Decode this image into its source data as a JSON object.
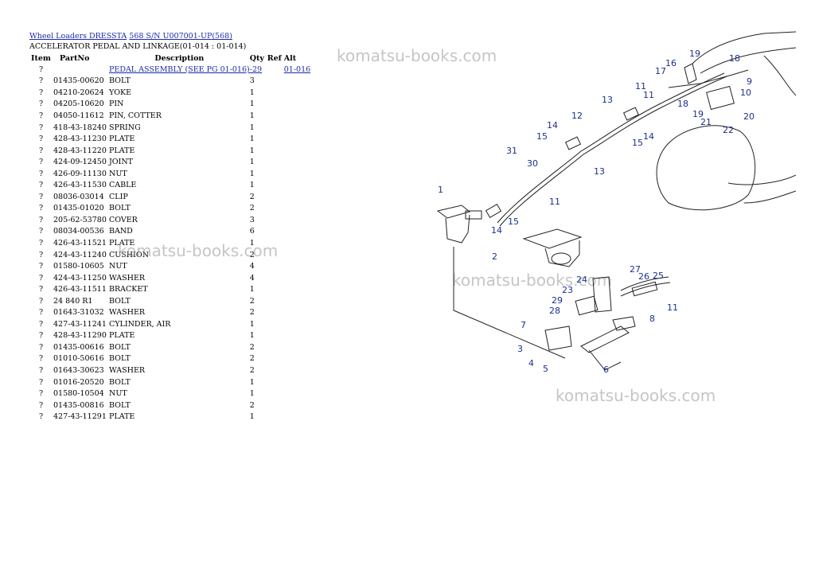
{
  "breadcrumb": {
    "part1": "Wheel Loaders DRESSTA",
    "part2": "568 S/N U007001-UP(568)"
  },
  "page_title": "ACCELERATOR PEDAL AND LINKAGE(01-014 : 01-014)",
  "table": {
    "headers": {
      "item": "Item",
      "partno": "PartNo",
      "description": "Description",
      "qty": "Qty",
      "ref": "Ref",
      "alt": "Alt"
    },
    "rows": [
      {
        "item": "?",
        "partno": "",
        "description": "PEDAL ASSEMBLY (SEE PG 01-016)",
        "qty": "-29",
        "ref": "",
        "alt": "01-016"
      },
      {
        "item": "?",
        "partno": "01435-00620",
        "description": "BOLT",
        "qty": "3",
        "ref": "",
        "alt": ""
      },
      {
        "item": "?",
        "partno": "04210-20624",
        "description": "YOKE",
        "qty": "1",
        "ref": "",
        "alt": ""
      },
      {
        "item": "?",
        "partno": "04205-10620",
        "description": "PIN",
        "qty": "1",
        "ref": "",
        "alt": ""
      },
      {
        "item": "?",
        "partno": "04050-11612",
        "description": "PIN, COTTER",
        "qty": "1",
        "ref": "",
        "alt": ""
      },
      {
        "item": "?",
        "partno": "418-43-18240",
        "description": "SPRING",
        "qty": "1",
        "ref": "",
        "alt": ""
      },
      {
        "item": "?",
        "partno": "428-43-11230",
        "description": "PLATE",
        "qty": "1",
        "ref": "",
        "alt": ""
      },
      {
        "item": "?",
        "partno": "428-43-11220",
        "description": "PLATE",
        "qty": "1",
        "ref": "",
        "alt": ""
      },
      {
        "item": "?",
        "partno": "424-09-12450",
        "description": "JOINT",
        "qty": "1",
        "ref": "",
        "alt": ""
      },
      {
        "item": "?",
        "partno": "426-09-11130",
        "description": "NUT",
        "qty": "1",
        "ref": "",
        "alt": ""
      },
      {
        "item": "?",
        "partno": "426-43-11530",
        "description": "CABLE",
        "qty": "1",
        "ref": "",
        "alt": ""
      },
      {
        "item": "?",
        "partno": "08036-03014",
        "description": "CLIP",
        "qty": "2",
        "ref": "",
        "alt": ""
      },
      {
        "item": "?",
        "partno": "01435-01020",
        "description": "BOLT",
        "qty": "2",
        "ref": "",
        "alt": ""
      },
      {
        "item": "?",
        "partno": "205-62-53780",
        "description": "COVER",
        "qty": "3",
        "ref": "",
        "alt": ""
      },
      {
        "item": "?",
        "partno": "08034-00536",
        "description": "BAND",
        "qty": "6",
        "ref": "",
        "alt": ""
      },
      {
        "item": "?",
        "partno": "426-43-11521",
        "description": "PLATE",
        "qty": "1",
        "ref": "",
        "alt": ""
      },
      {
        "item": "?",
        "partno": "424-43-11240",
        "description": "CUSHION",
        "qty": "2",
        "ref": "",
        "alt": ""
      },
      {
        "item": "?",
        "partno": "01580-10605",
        "description": "NUT",
        "qty": "4",
        "ref": "",
        "alt": ""
      },
      {
        "item": "?",
        "partno": "424-43-11250",
        "description": "WASHER",
        "qty": "4",
        "ref": "",
        "alt": ""
      },
      {
        "item": "?",
        "partno": "426-43-11511",
        "description": "BRACKET",
        "qty": "1",
        "ref": "",
        "alt": ""
      },
      {
        "item": "?",
        "partno": "24 840 R1",
        "description": "BOLT",
        "qty": "2",
        "ref": "",
        "alt": ""
      },
      {
        "item": "?",
        "partno": "01643-31032",
        "description": "WASHER",
        "qty": "2",
        "ref": "",
        "alt": ""
      },
      {
        "item": "?",
        "partno": "427-43-11241",
        "description": "CYLINDER, AIR",
        "qty": "1",
        "ref": "",
        "alt": ""
      },
      {
        "item": "?",
        "partno": "428-43-11290",
        "description": "PLATE",
        "qty": "1",
        "ref": "",
        "alt": ""
      },
      {
        "item": "?",
        "partno": "01435-00616",
        "description": "BOLT",
        "qty": "2",
        "ref": "",
        "alt": ""
      },
      {
        "item": "?",
        "partno": "01010-50616",
        "description": "BOLT",
        "qty": "2",
        "ref": "",
        "alt": ""
      },
      {
        "item": "?",
        "partno": "01643-30623",
        "description": "WASHER",
        "qty": "2",
        "ref": "",
        "alt": ""
      },
      {
        "item": "?",
        "partno": "01016-20520",
        "description": "BOLT",
        "qty": "1",
        "ref": "",
        "alt": ""
      },
      {
        "item": "?",
        "partno": "01580-10504",
        "description": "NUT",
        "qty": "1",
        "ref": "",
        "alt": ""
      },
      {
        "item": "?",
        "partno": "01435-00816",
        "description": "BOLT",
        "qty": "2",
        "ref": "",
        "alt": ""
      },
      {
        "item": "?",
        "partno": "427-43-11291",
        "description": "PLATE",
        "qty": "1",
        "ref": "",
        "alt": ""
      }
    ]
  },
  "watermark": "komatsu-books.com",
  "diagram": {
    "callouts": [
      "1",
      "2",
      "3",
      "4",
      "5",
      "6",
      "7",
      "8",
      "9",
      "10",
      "11",
      "11",
      "11",
      "11",
      "12",
      "13",
      "13",
      "14",
      "14",
      "14",
      "15",
      "15",
      "15",
      "16",
      "17",
      "18",
      "18",
      "19",
      "19",
      "20",
      "21",
      "22",
      "23",
      "24",
      "25",
      "26",
      "27",
      "28",
      "29",
      "30",
      "31"
    ]
  },
  "colors": {
    "link": "#1a2aa8",
    "callout": "#1c2f8f",
    "watermark": "#969696"
  }
}
